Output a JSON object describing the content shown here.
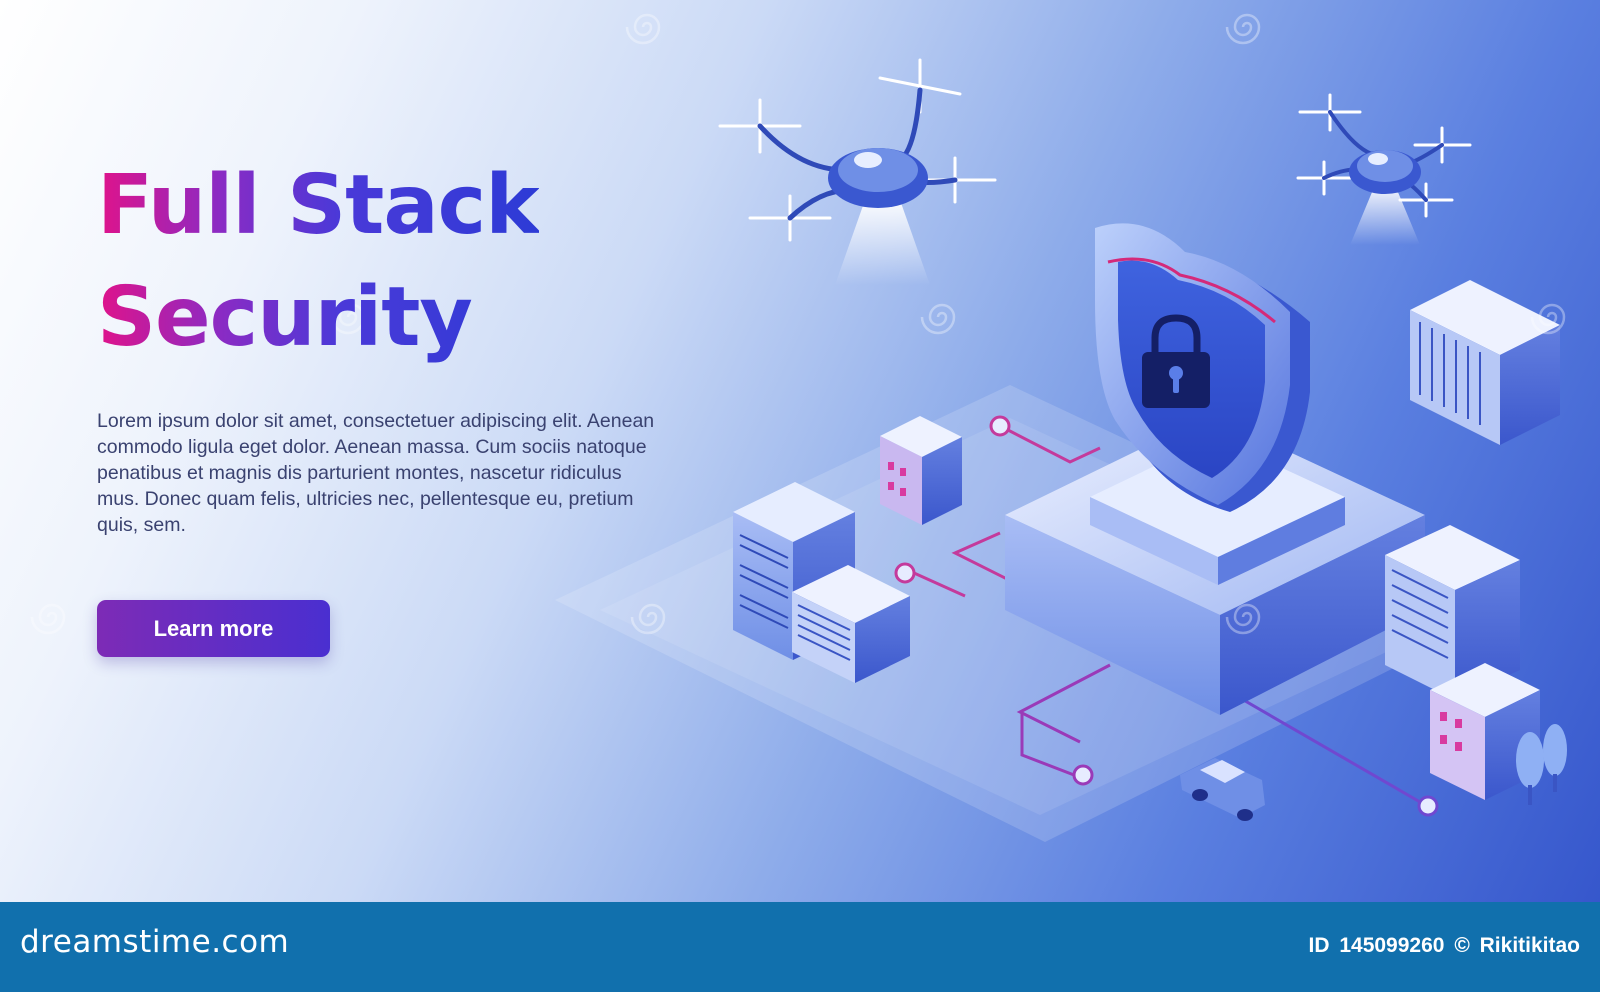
{
  "hero": {
    "title_line1": "Full Stack",
    "title_line2": "Security",
    "description": "Lorem ipsum dolor sit amet, consectetuer adipiscing elit. Aenean commodo ligula eget dolor. Aenean massa. Cum sociis natoque penatibus et magnis dis parturient montes, nascetur ridiculus mus. Donec quam felis, ultricies nec, pellentesque eu, pretium quis, sem.",
    "cta_label": "Learn more"
  },
  "illustration": {
    "icons": [
      "drone-icon",
      "shield-lock-icon",
      "server-rack-icon",
      "office-building-icon",
      "car-icon",
      "tree-icon",
      "circuit-line-icon"
    ]
  },
  "footer": {
    "brand": "dreamstime.com",
    "id_label": "ID",
    "image_id": "145099260",
    "copyright_symbol": "©",
    "author": "Rikitikitao"
  },
  "colors": {
    "title_gradient_start": "#e0138a",
    "title_gradient_end": "#2d3bd6",
    "button_gradient_start": "#7d2bb6",
    "button_gradient_end": "#4a2fd0",
    "footer_bg": "#1170ad",
    "hero_bg_dark": "#3657cc"
  }
}
